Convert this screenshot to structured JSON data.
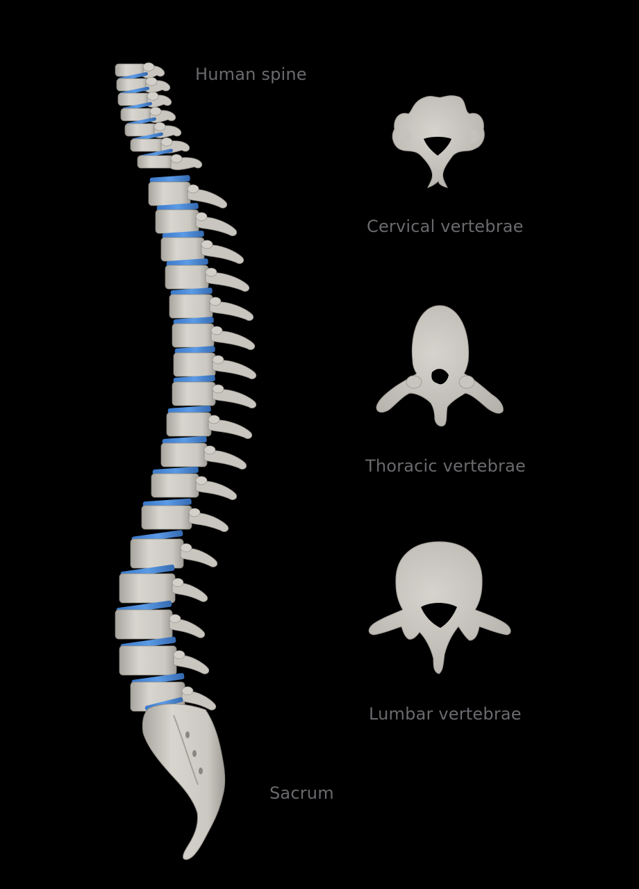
{
  "labels": {
    "spine": "Human spine",
    "cervical": "Cervical vertebrae",
    "thoracic": "Thoracic vertebrae",
    "lumbar": "Lumbar vertebrae",
    "sacrum": "Sacrum"
  },
  "colors": {
    "background": "#000000",
    "bone": "#cfccc6",
    "bone_shadow": "#9d9a94",
    "disc": "#4f8fdd",
    "label_text": "#6a6a6e"
  }
}
